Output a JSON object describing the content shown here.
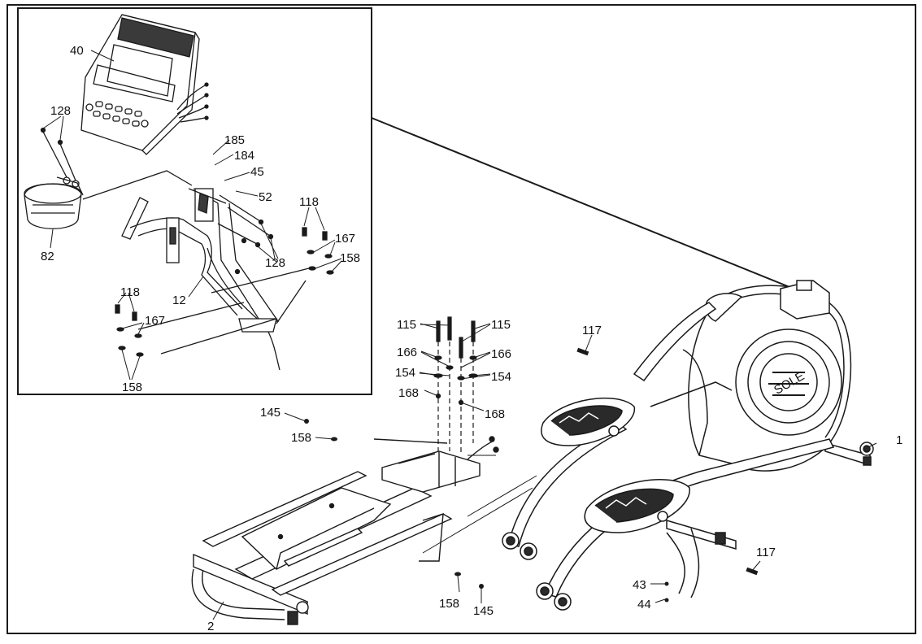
{
  "diagram": {
    "colors": {
      "ink": "#1a1a1a",
      "paper": "#ffffff",
      "fill_light": "#e6e6e6",
      "fill_dark": "#2a2a2a"
    },
    "callouts": {
      "c40": "40",
      "c128a": "128",
      "c185": "185",
      "c184": "184",
      "c45": "45",
      "c52": "52",
      "c118a": "118",
      "c167a": "167",
      "c158a": "158",
      "c82": "82",
      "c128b": "128",
      "c12": "12",
      "c118b": "118",
      "c167b": "167",
      "c158b": "158",
      "c115a": "115",
      "c115b": "115",
      "c166a": "166",
      "c166b": "166",
      "c154a": "154",
      "c154b": "154",
      "c168a": "168",
      "c168b": "168",
      "c117a": "117",
      "c145a": "145",
      "c158c": "158",
      "c1": "1",
      "c117b": "117",
      "c43": "43",
      "c44": "44",
      "c158d": "158",
      "c145b": "145",
      "c2": "2"
    },
    "console_logo": "SOLE"
  }
}
